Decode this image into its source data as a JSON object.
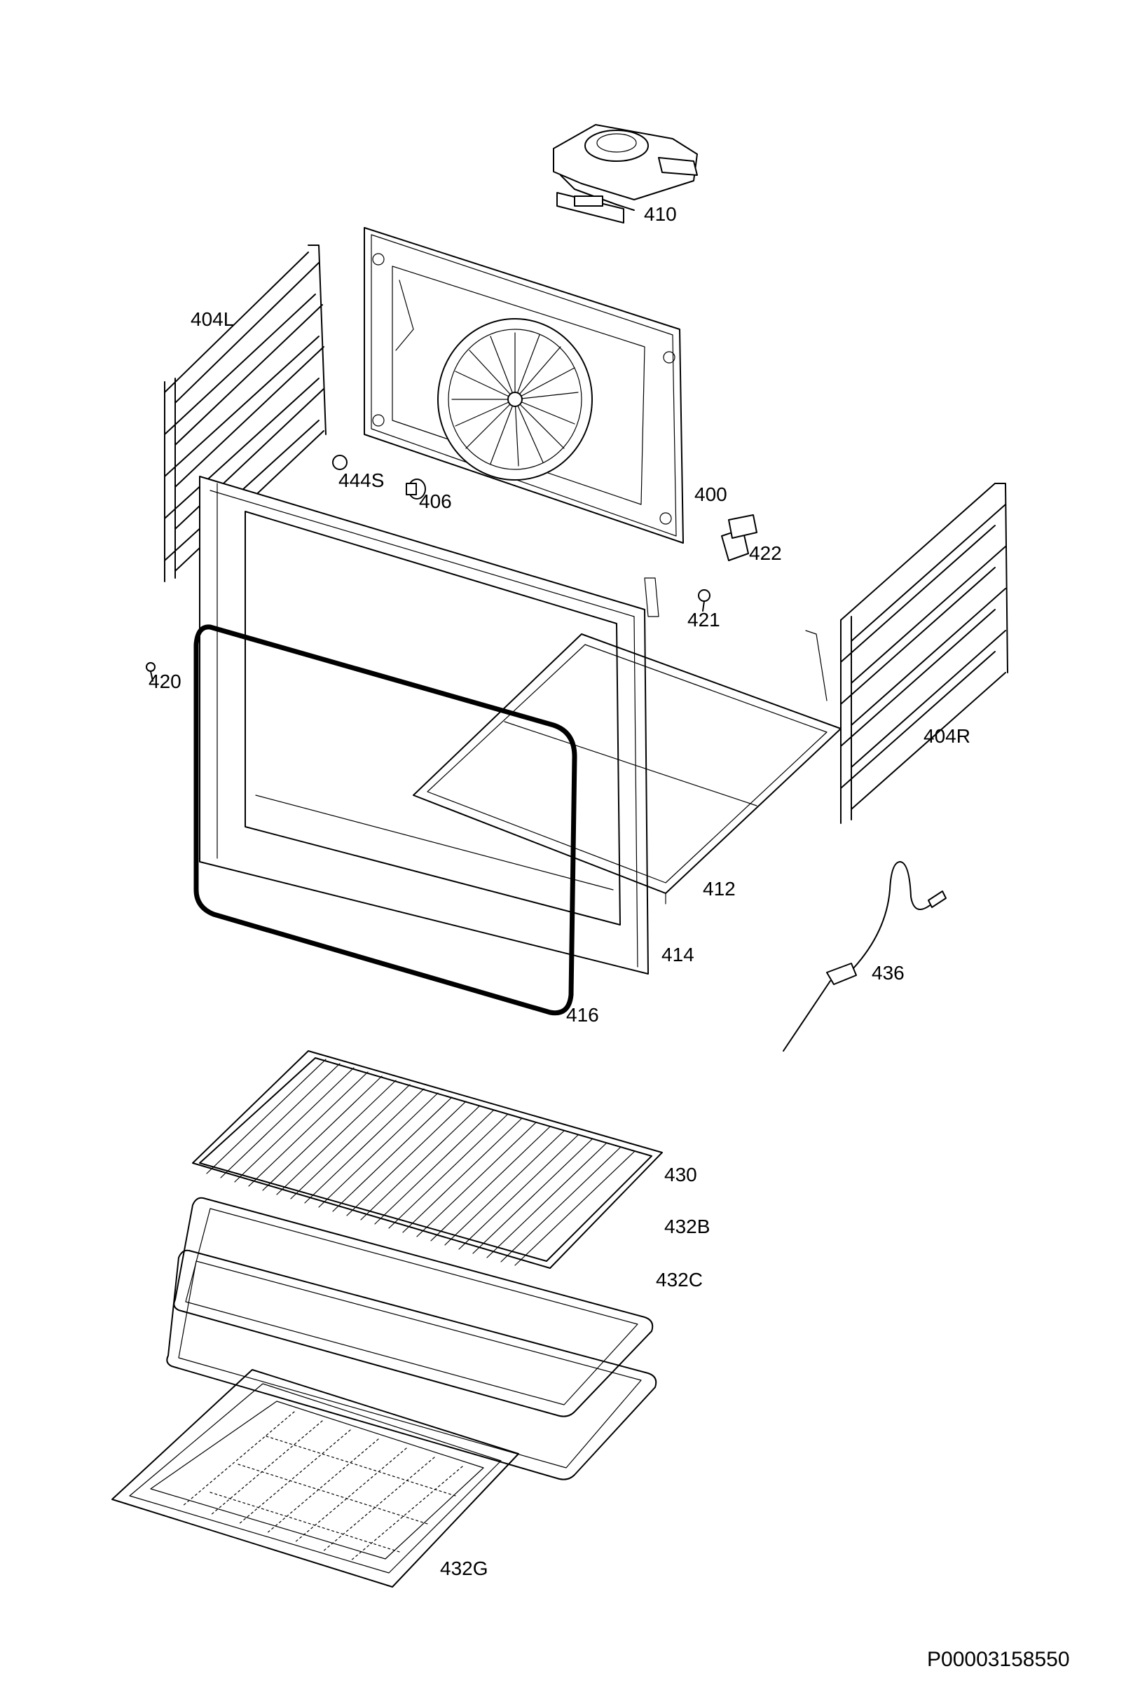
{
  "parts": [
    {
      "id": "410",
      "icon": "convection-fan-motor"
    },
    {
      "id": "404L",
      "icon": "left-shelf-support"
    },
    {
      "id": "444S",
      "icon": "washer"
    },
    {
      "id": "406",
      "icon": "fan-nut"
    },
    {
      "id": "400",
      "icon": "rear-fan-cover-panel"
    },
    {
      "id": "422",
      "icon": "lamp-holder"
    },
    {
      "id": "421",
      "icon": "screw"
    },
    {
      "id": "420",
      "icon": "screw"
    },
    {
      "id": "404R",
      "icon": "right-shelf-support"
    },
    {
      "id": "412",
      "icon": "bottom-frame"
    },
    {
      "id": "414",
      "icon": "oven-front-frame"
    },
    {
      "id": "416",
      "icon": "door-seal-gasket"
    },
    {
      "id": "436",
      "icon": "meat-probe"
    },
    {
      "id": "430",
      "icon": "wire-rack"
    },
    {
      "id": "432B",
      "icon": "baking-tray"
    },
    {
      "id": "432C",
      "icon": "baking-tray"
    },
    {
      "id": "432G",
      "icon": "perforated-baking-tray"
    }
  ],
  "document_id": "P00003158550"
}
